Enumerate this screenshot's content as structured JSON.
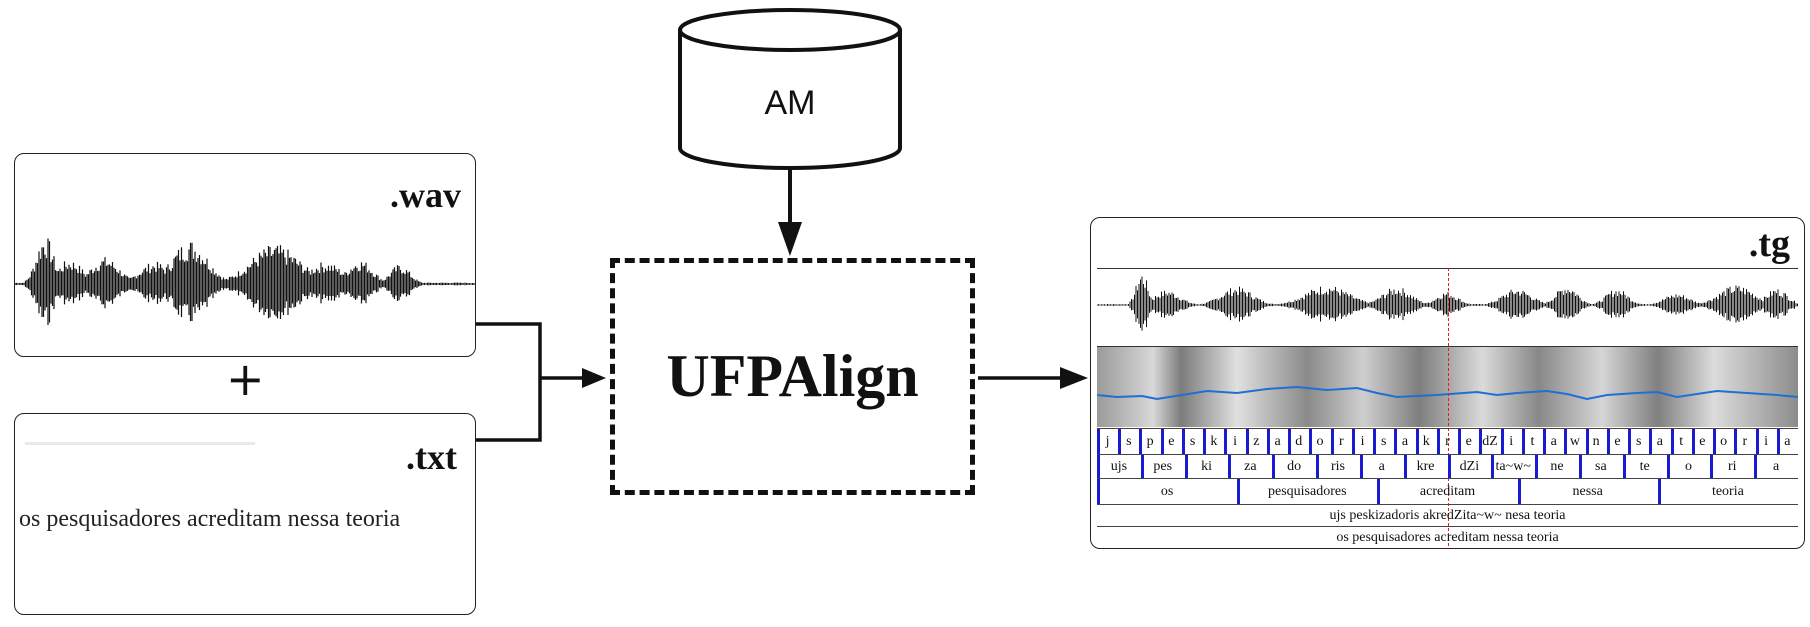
{
  "inputs": {
    "wav": {
      "ext_label": ".wav"
    },
    "plus": "+",
    "txt": {
      "ext_label": ".txt",
      "sentence": "os pesquisadores acreditam nessa teoria"
    }
  },
  "model": {
    "label": "AM"
  },
  "aligner": {
    "label": "UFPAlign"
  },
  "output": {
    "ext_label": ".tg",
    "tiers": {
      "phones": [
        "j",
        "s",
        "p",
        "e",
        "s",
        "k",
        "i",
        "z",
        "a",
        "d",
        "o",
        "r",
        "i",
        "s",
        "a",
        "k",
        "r",
        "e",
        "dZ",
        "i",
        "t",
        "a",
        "w",
        "n",
        "e",
        "s",
        "a",
        "t",
        "e",
        "o",
        "r",
        "i",
        "a"
      ],
      "syllables": [
        "ujs",
        "pes",
        "ki",
        "za",
        "do",
        "ris",
        "a",
        "kre",
        "dZi",
        "ta~w~",
        "ne",
        "sa",
        "te",
        "o",
        "ri",
        "a"
      ],
      "words": [
        "os",
        "pesquisadores",
        "acreditam",
        "nessa",
        "teoria"
      ],
      "phonetic_sentence": "ujs peskizadoris akredZita~w~ nesa teoria",
      "orthographic_sentence": "os pesquisadores acreditam nessa teoria"
    }
  },
  "colors": {
    "stroke": "#111111",
    "boundary": "#1a1ad0",
    "pitch": "#1f6fd6",
    "cursor": "#e02020",
    "highlight": "#f2d400"
  }
}
